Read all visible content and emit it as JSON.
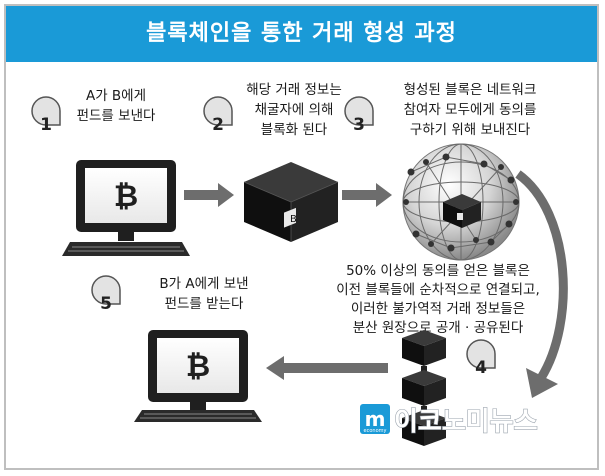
{
  "title": "블록체인을 통한 거래 형성 과정",
  "steps": [
    {
      "number": "1",
      "lines": [
        "A가 B에게",
        "펀드를 보낸다"
      ]
    },
    {
      "number": "2",
      "lines": [
        "해당 거래 정보는",
        "채굴자에 의해",
        "블록화 된다"
      ]
    },
    {
      "number": "3",
      "lines": [
        "형성된 블록은 네트워크",
        "참여자 모두에게 동의를",
        "구하기 위해 보내진다"
      ]
    },
    {
      "number": "4",
      "lines": [
        "50% 이상의 동의를 얻은 블록은",
        "이전 블록들에 순차적으로 연결되고,",
        "이러한 불가역적 거래 정보들은",
        "분산 원장으로 공개 · 공유된다"
      ]
    },
    {
      "number": "5",
      "lines": [
        "B가 A에게 보낸",
        "펀드를 받는다"
      ]
    }
  ],
  "icons": {
    "sender_computer": "bitcoin-computer-icon",
    "block": "block-cube-icon",
    "network": "network-globe-icon",
    "chain": "block-chain-stack-icon",
    "receiver_computer": "bitcoin-computer-icon"
  },
  "block_mark": "B",
  "bitcoin_symbol": "₿",
  "watermark": {
    "text": "이코노미뉴스",
    "letter": "m",
    "small": "economy"
  },
  "colors": {
    "header": "#1a9ad7",
    "arrow": "#6d6d6d",
    "text": "#1a1a1a"
  }
}
